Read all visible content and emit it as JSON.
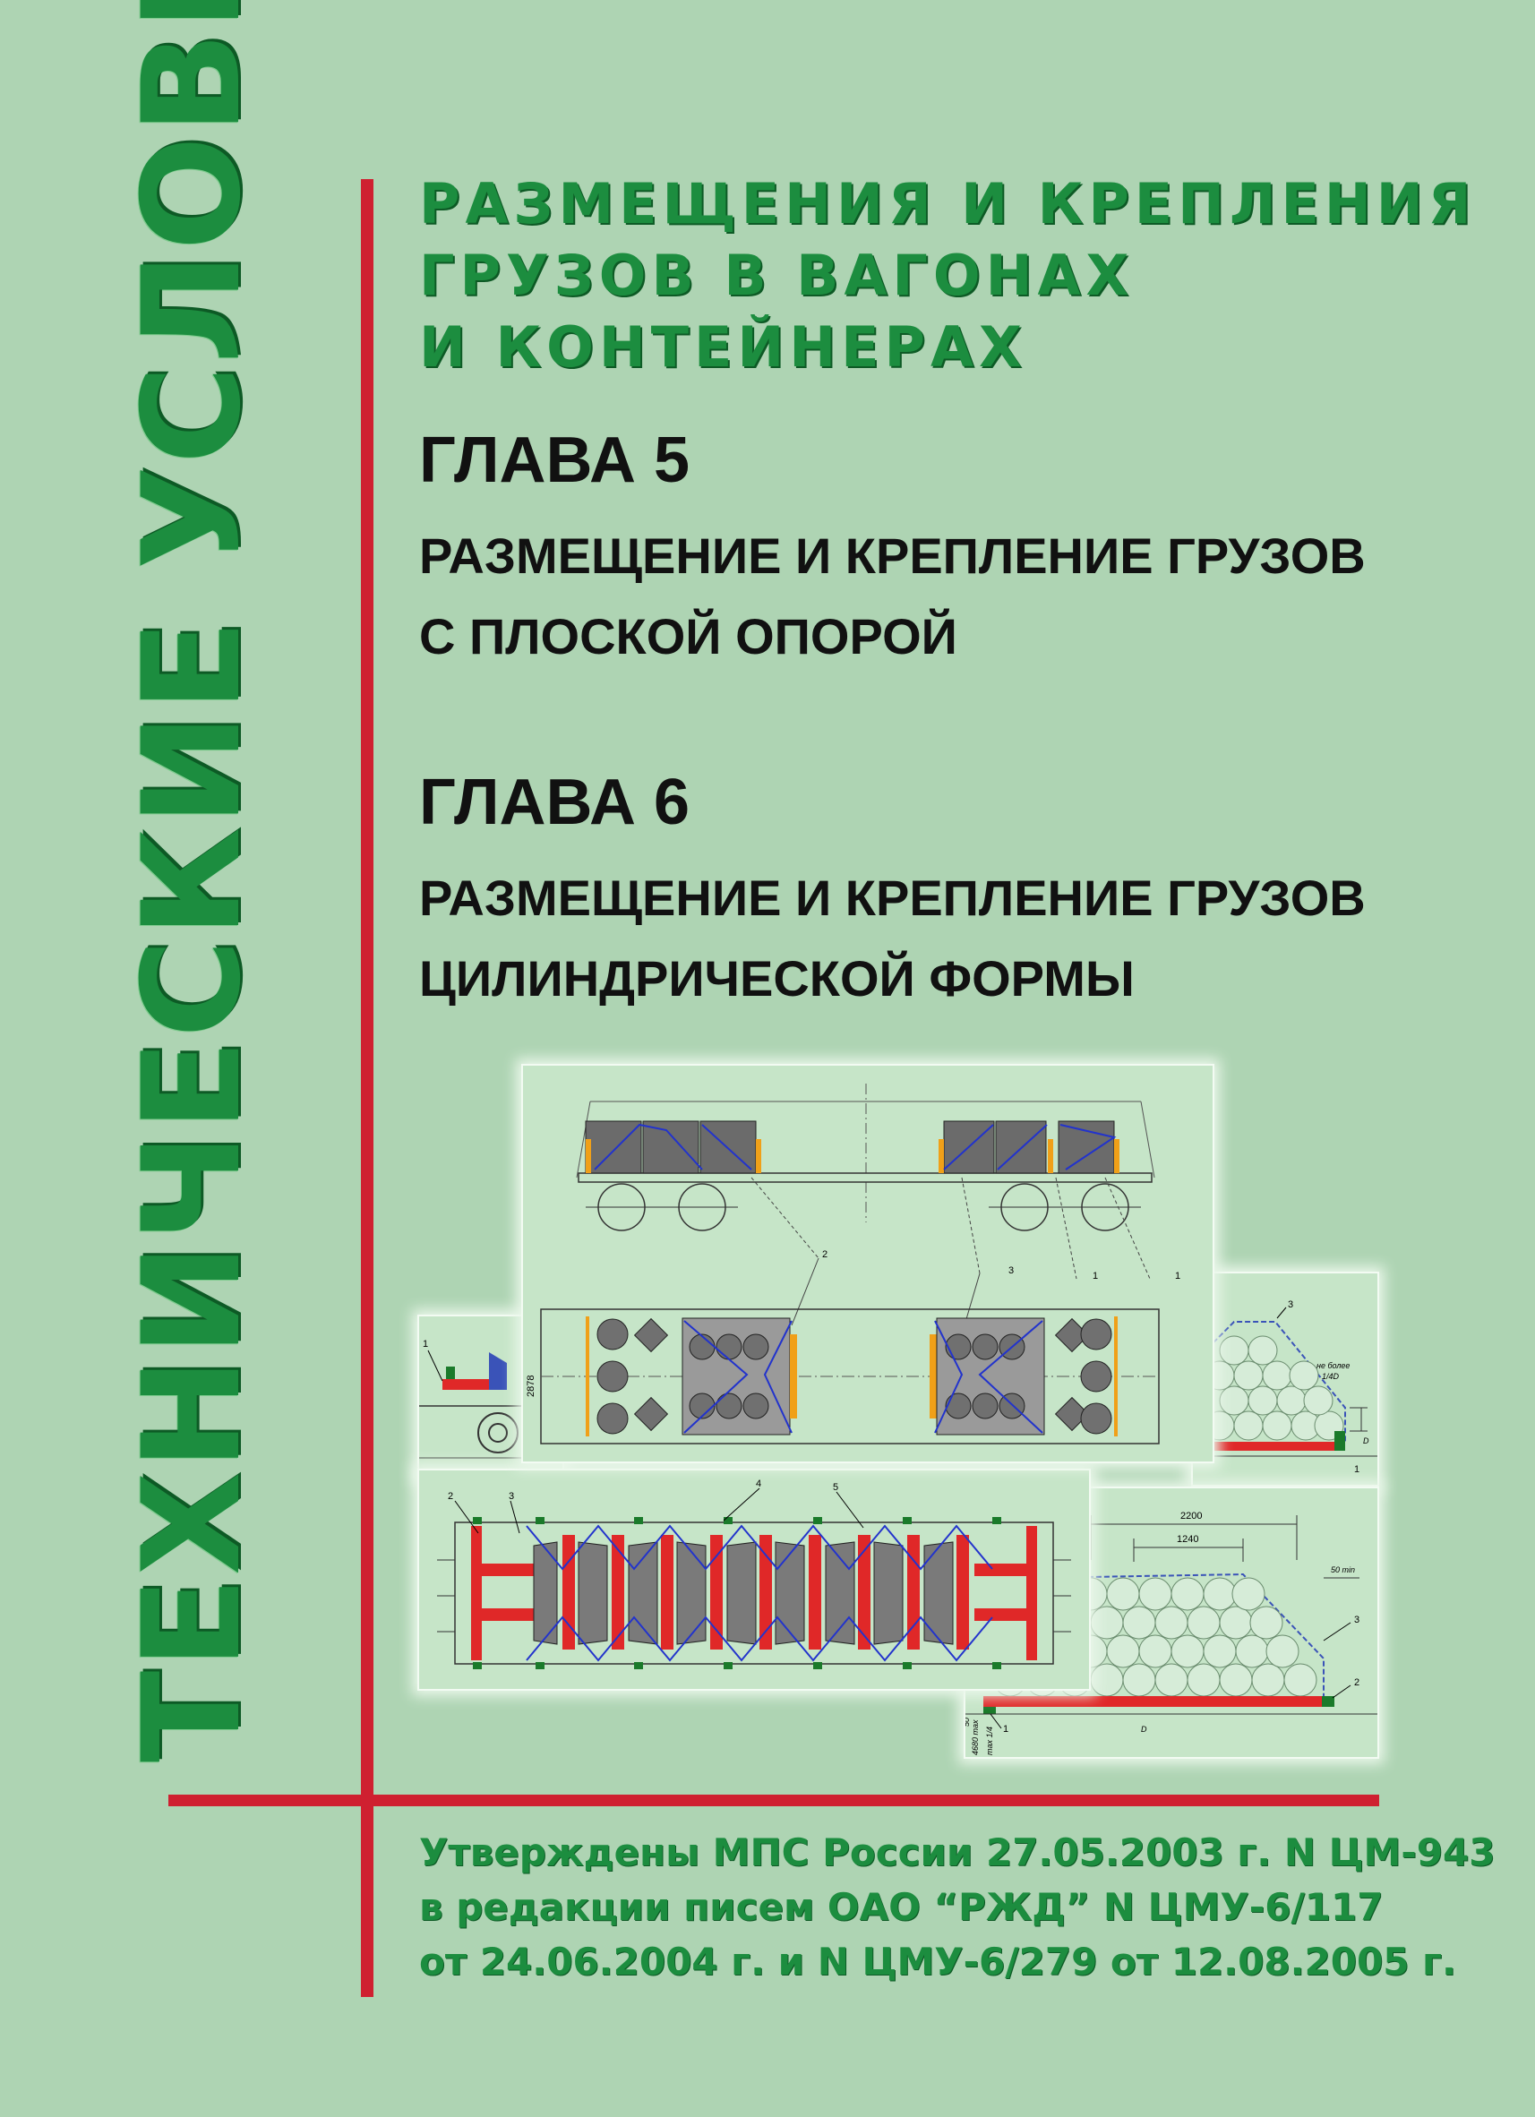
{
  "cover": {
    "spine_title": "ТЕХНИЧЕСКИЕ УСЛОВИЯ",
    "title_lines": [
      "РАЗМЕЩЕНИЯ И КРЕПЛЕНИЯ",
      "ГРУЗОВ В ВАГОНАХ",
      "И КОНТЕЙНЕРАХ"
    ],
    "chapter5": {
      "number": "ГЛАВА 5",
      "subtitle_lines": [
        "РАЗМЕЩЕНИЕ И КРЕПЛЕНИЕ ГРУЗОВ",
        "С ПЛОСКОЙ ОПОРОЙ"
      ]
    },
    "chapter6": {
      "number": "ГЛАВА 6",
      "subtitle_lines": [
        "РАЗМЕЩЕНИЕ И КРЕПЛЕНИЕ ГРУЗОВ",
        "ЦИЛИНДРИЧЕСКОЙ ФОРМЫ"
      ]
    },
    "approval_lines": [
      "Утверждены МПС России 27.05.2003 г. N ЦМ-943",
      "в редакции писем ОАО “РЖД” N ЦМУ-6/117",
      "от 24.06.2004 г. и N ЦМУ-6/279 от 12.08.2005 г."
    ]
  },
  "drawings": {
    "top_callouts": [
      "2",
      "3",
      "1",
      "1"
    ],
    "width_dim": "2878",
    "back_left_callout": "1",
    "bottom_callouts": [
      "2",
      "3",
      "4",
      "5"
    ],
    "right_top": {
      "callout": "3",
      "note_1": "не более",
      "note_2": "1/4D",
      "d_label": "D",
      "callout_1": "1"
    },
    "right_bottom": {
      "dim_1": "2200",
      "dim_2": "1240",
      "dim_3": "50 min",
      "callout_3": "3",
      "callout_2": "2",
      "callout_1": "1",
      "d_label": "D",
      "side_dim_1": "4680 max",
      "side_dim_2": "max 1/4",
      "side_dim_3": "50"
    }
  }
}
